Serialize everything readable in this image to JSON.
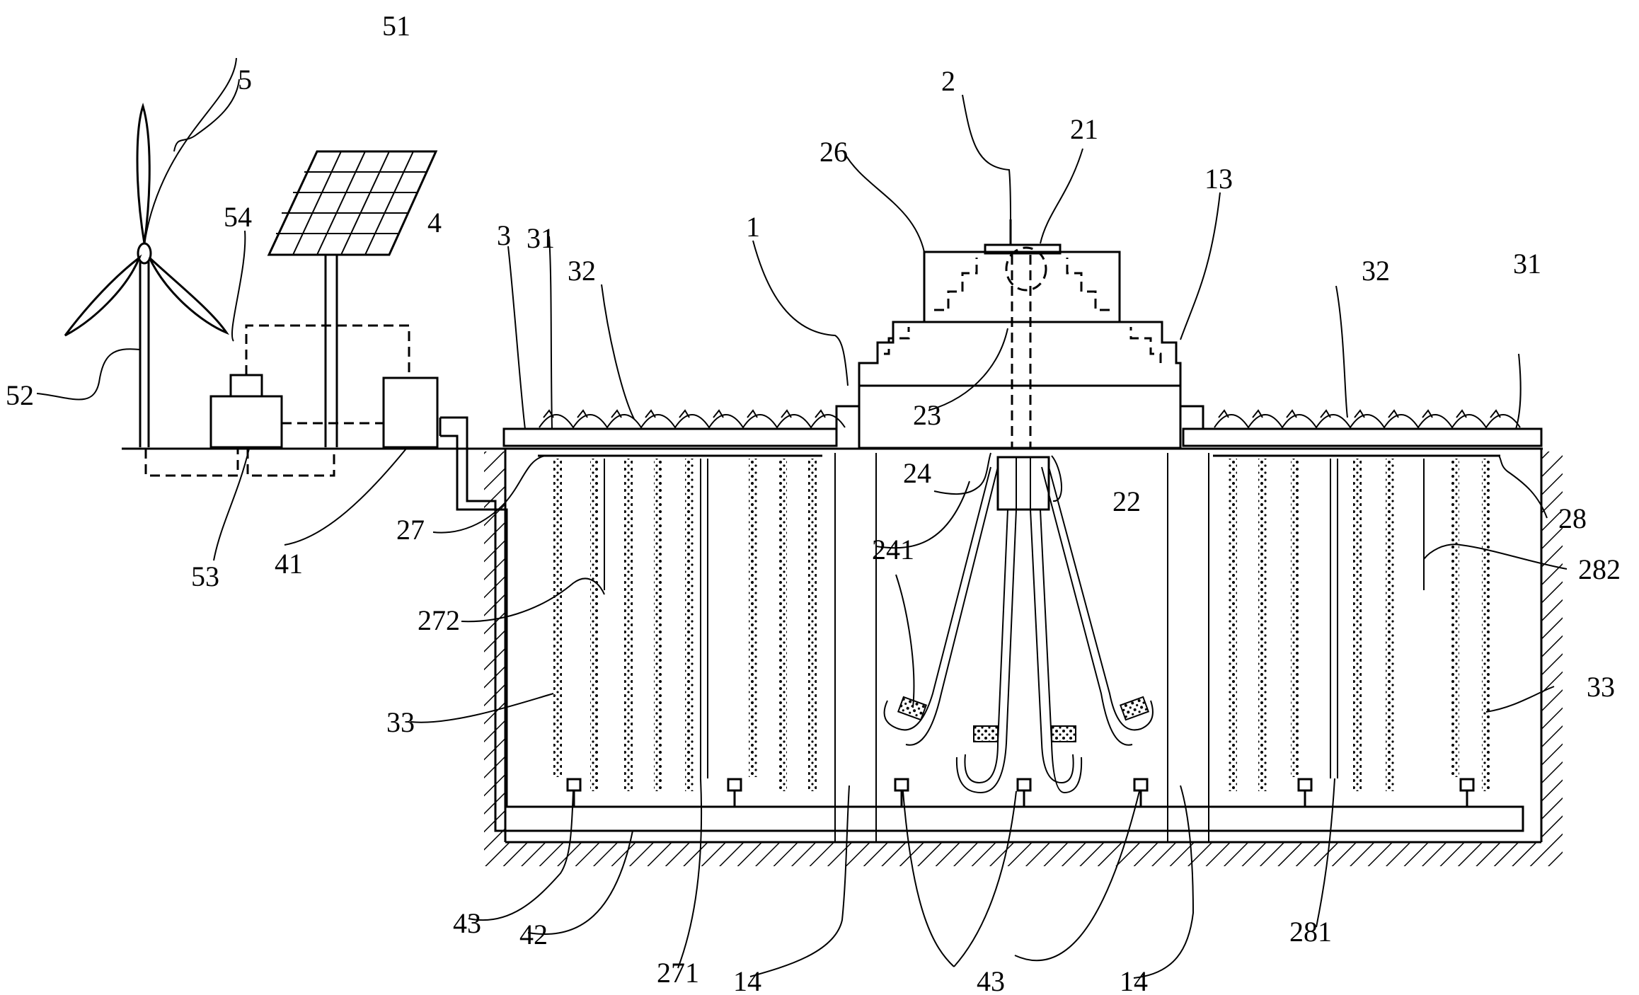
{
  "labels": {
    "l5": "5",
    "l51": "51",
    "l54": "54",
    "l4": "4",
    "l52": "52",
    "l53": "53",
    "l41": "41",
    "l3": "3",
    "l31a": "31",
    "l32a": "32",
    "l1": "1",
    "l26": "26",
    "l2": "2",
    "l21": "21",
    "l13": "13",
    "l32b": "32",
    "l31b": "31",
    "l23": "23",
    "l24": "24",
    "l22": "22",
    "l241": "241",
    "l27": "27",
    "l272": "272",
    "l28": "28",
    "l282": "282",
    "l33a": "33",
    "l33b": "33",
    "l43a": "43",
    "l42": "42",
    "l271": "271",
    "l14a": "14",
    "l43b": "43",
    "l14b": "14",
    "l281": "281"
  },
  "colors": {
    "line": "#000000",
    "background": "#ffffff"
  }
}
